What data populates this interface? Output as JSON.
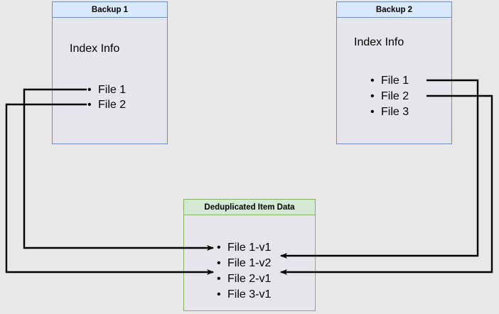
{
  "diagram": {
    "title_semantic": "backup-deduplication-diagram",
    "background_color": "#e9e7e8",
    "colors": {
      "blue_fill": "#dae8fc",
      "blue_stroke": "#6c8ebf",
      "green_fill": "#d5e8d4",
      "green_stroke": "#82b366",
      "body_fill": "#e7e5ec",
      "connector": "#000000"
    }
  },
  "backup1": {
    "header": "Backup 1",
    "subtitle": "Index Info",
    "files": [
      "File 1",
      "File 2"
    ]
  },
  "backup2": {
    "header": "Backup 2",
    "subtitle": "Index Info",
    "files": [
      "File 1",
      "File 2",
      "File 3"
    ]
  },
  "dedup": {
    "header": "Deduplicated Item Data",
    "items": [
      "File 1-v1",
      "File 1-v2",
      "File 2-v1",
      "File 3-v1"
    ]
  },
  "connectors": [
    {
      "name": "backup1-file1-to-file1v1",
      "from": "Backup 1 / File 1",
      "to": "Deduplicated Item Data / File 1-v1",
      "direction": "left-route"
    },
    {
      "name": "backup1-file2-to-file2v1",
      "from": "Backup 1 / File 2",
      "to": "Deduplicated Item Data / File 2-v1",
      "direction": "left-route"
    },
    {
      "name": "backup2-file1-to-file1v2",
      "from": "Backup 2 / File 1",
      "to": "Deduplicated Item Data / File 1-v2",
      "direction": "right-route"
    },
    {
      "name": "backup2-file2-to-file2v1",
      "from": "Backup 2 / File 2",
      "to": "Deduplicated Item Data / File 2-v1",
      "direction": "right-route"
    }
  ]
}
